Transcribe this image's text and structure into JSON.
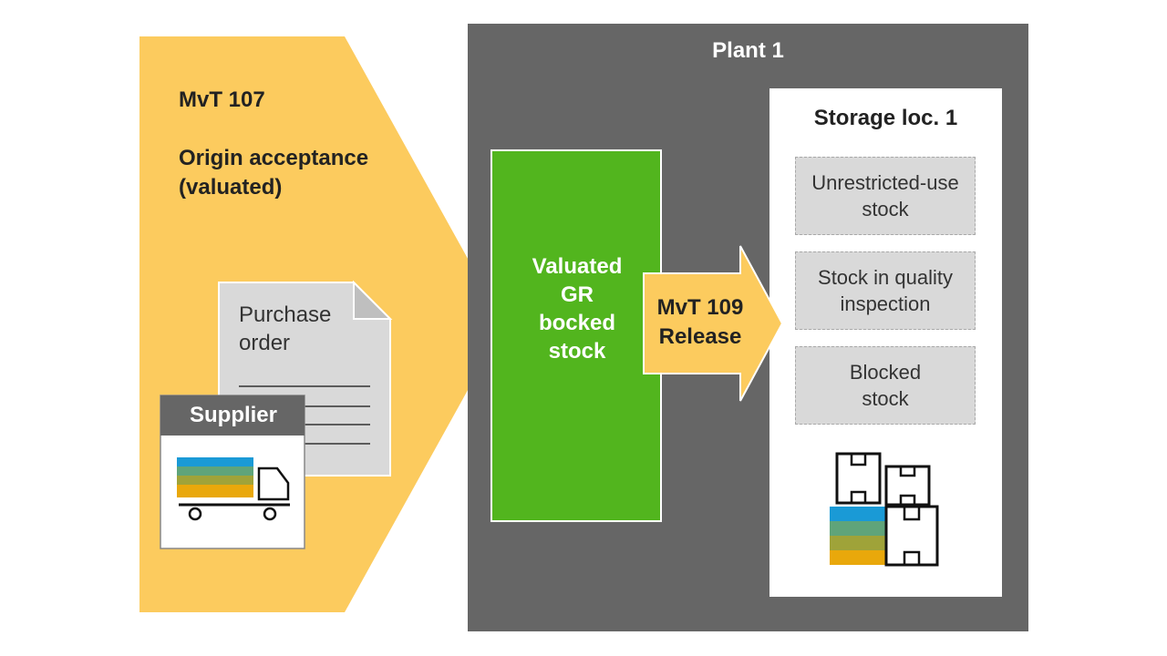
{
  "origin": {
    "movement_type": "MvT 107",
    "line1": "Origin acceptance",
    "line2": "(valuated)",
    "color": "#fccb5e"
  },
  "purchase_order": {
    "line1": "Purchase",
    "line2": "order"
  },
  "supplier": {
    "label": "Supplier",
    "header_color": "#666666"
  },
  "plant": {
    "title": "Plant 1",
    "color": "#666666"
  },
  "gr_blocked": {
    "line1": "Valuated",
    "line2": "GR",
    "line3": "bocked",
    "line4": "stock",
    "color": "#52b51e"
  },
  "release": {
    "line1": "MvT 109",
    "line2": "Release"
  },
  "storage": {
    "title": "Storage loc. 1",
    "stocks": [
      {
        "line1": "Unrestricted-use",
        "line2": "stock"
      },
      {
        "line1": "Stock in quality",
        "line2": "inspection"
      },
      {
        "line1": "Blocked",
        "line2": "stock"
      }
    ]
  },
  "icons": [
    "document-icon",
    "truck-icon",
    "boxes-icon"
  ],
  "stripe_colors": [
    "#1a9ad6",
    "#5fa47a",
    "#9fa339",
    "#e9a80b"
  ]
}
